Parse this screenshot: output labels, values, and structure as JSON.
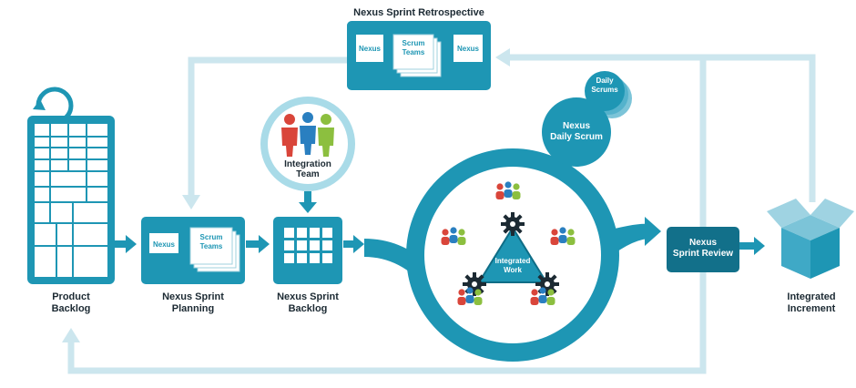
{
  "retrospective": {
    "title": "Nexus Sprint Retrospective",
    "left_box": "Nexus",
    "center_box": [
      "Scrum",
      "Teams"
    ],
    "right_box": "Nexus"
  },
  "product_backlog": {
    "label": [
      "Product",
      "Backlog"
    ]
  },
  "planning": {
    "label": [
      "Nexus Sprint",
      "Planning"
    ],
    "left_box": "Nexus",
    "center_box": [
      "Scrum",
      "Teams"
    ]
  },
  "sprint_backlog": {
    "label": [
      "Nexus Sprint",
      "Backlog"
    ]
  },
  "integration_team": {
    "label": [
      "Integration",
      "Team"
    ]
  },
  "daily_scrums": {
    "label": [
      "Daily",
      "Scrums"
    ]
  },
  "nexus_daily_scrum": {
    "label": [
      "Nexus",
      "Daily Scrum"
    ]
  },
  "integrated_work": {
    "label": [
      "Integrated",
      "Work"
    ]
  },
  "sprint_review": {
    "label": [
      "Nexus",
      "Sprint Review"
    ]
  },
  "increment": {
    "label": [
      "Integrated",
      "Increment"
    ]
  },
  "colors": {
    "primary": "#1e96b4",
    "dark": "#12708a",
    "light_arrow": "#cce6ee",
    "person_red": "#d9453a",
    "person_blue": "#2a7fc0",
    "person_green": "#8cbf3f"
  }
}
